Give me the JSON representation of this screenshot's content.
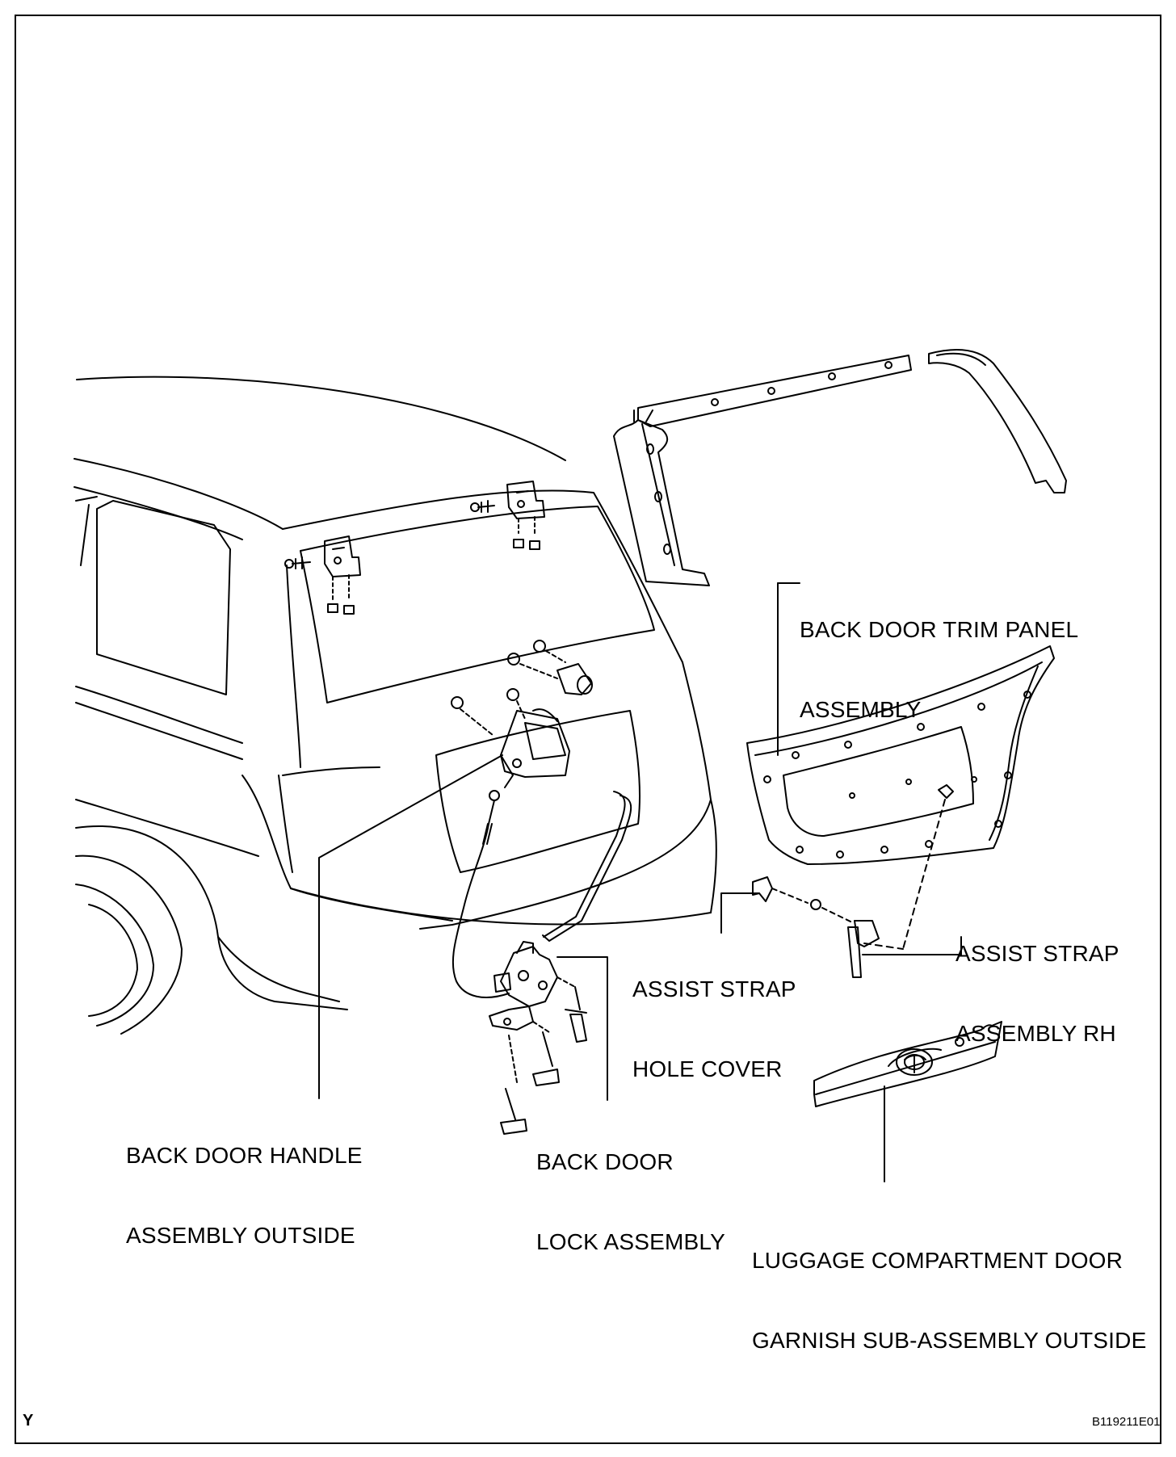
{
  "labels": {
    "trim_panel": [
      "BACK DOOR TRIM PANEL",
      "ASSEMBLY"
    ],
    "assist_strap_rh": [
      "ASSIST STRAP",
      "ASSEMBLY RH"
    ],
    "assist_strap_hole_cover": [
      "ASSIST STRAP",
      "HOLE COVER"
    ],
    "handle_outside": [
      "BACK DOOR HANDLE",
      "ASSEMBLY OUTSIDE"
    ],
    "lock_assembly": [
      "BACK DOOR",
      "LOCK ASSEMBLY"
    ],
    "garnish": [
      "LUGGAGE COMPARTMENT DOOR",
      "GARNISH SUB-ASSEMBLY OUTSIDE"
    ]
  },
  "corner_mark": "Y",
  "figure_code": "B119211E01"
}
